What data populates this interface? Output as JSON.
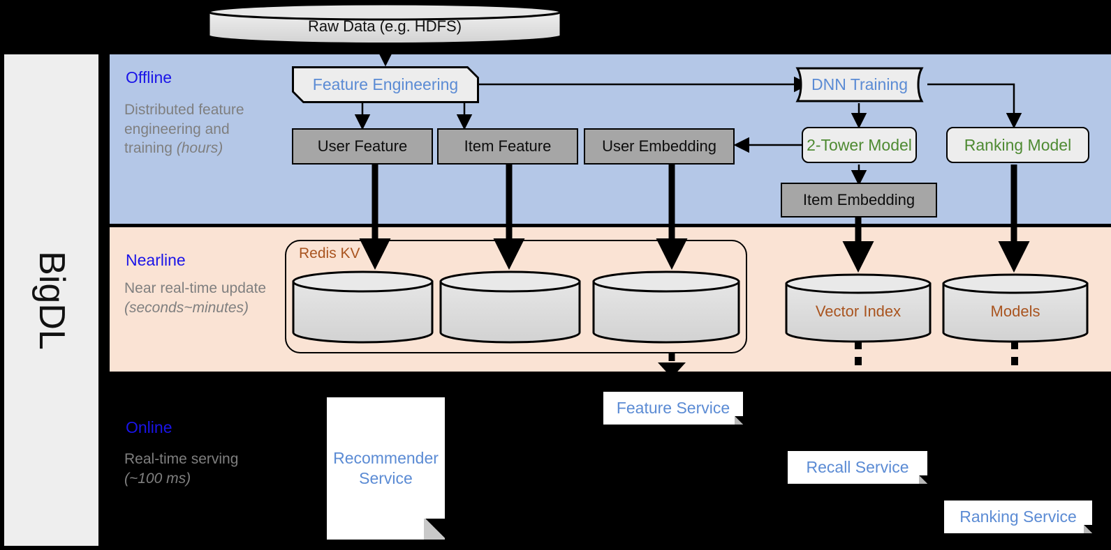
{
  "rail": {
    "label": "BigDL"
  },
  "bands": {
    "offline": {
      "title": "Offline",
      "subtitle_html": "Distributed feature engineering and training (hours)",
      "color": "#b4c7e7"
    },
    "nearline": {
      "title": "Nearline",
      "subtitle_html": "Near real-time update (seconds~minutes)",
      "color": "#fae3d4"
    },
    "online": {
      "title": "Online",
      "subtitle_html": "Real-time serving (~100 ms)",
      "color": "#000000"
    }
  },
  "source": {
    "raw_data": "Raw Data (e.g. HDFS)"
  },
  "offline_nodes": {
    "feature_engineering": "Feature Engineering",
    "dnn_training": "DNN Training",
    "user_feature": "User Feature",
    "item_feature": "Item Feature",
    "user_embedding": "User Embedding",
    "two_tower_model": "2-Tower Model",
    "ranking_model": "Ranking Model",
    "item_embedding": "Item Embedding"
  },
  "nearline_nodes": {
    "redis_kv": "Redis KV",
    "vector_index": "Vector Index",
    "models": "Models",
    "store_1": "",
    "store_2": "",
    "store_3": ""
  },
  "online_nodes": {
    "recommender_service": "Recommender Service",
    "feature_service": "Feature Service",
    "recall_service": "Recall Service",
    "ranking_service": "Ranking Service"
  },
  "colors": {
    "band_offline": "#b4c7e7",
    "band_nearline": "#fae3d4",
    "band_online": "#000000",
    "rail": "#eeeeee",
    "gray_node": "#a6a6a6",
    "light_node": "#ededed",
    "accent_blue": "#1a14e8",
    "text_blue": "#5b8bd4",
    "text_green": "#4e8a32",
    "text_brown": "#a9541f",
    "muted_gray": "#7f7f7f"
  },
  "chart_data": {
    "type": "diagram",
    "title": "BigDL Recommender Architecture",
    "layers": [
      {
        "name": "Offline",
        "latency": "hours",
        "nodes": [
          "Feature Engineering",
          "DNN Training",
          "User Feature",
          "Item Feature",
          "User Embedding",
          "2-Tower Model",
          "Ranking Model",
          "Item Embedding"
        ]
      },
      {
        "name": "Nearline",
        "latency": "seconds~minutes",
        "nodes": [
          "Redis KV",
          "Vector Index",
          "Models"
        ]
      },
      {
        "name": "Online",
        "latency": "~100 ms",
        "nodes": [
          "Recommender Service",
          "Feature Service",
          "Recall Service",
          "Ranking Service"
        ]
      }
    ],
    "edges": [
      [
        "Raw Data (e.g. HDFS)",
        "Feature Engineering"
      ],
      [
        "Feature Engineering",
        "User Feature"
      ],
      [
        "Feature Engineering",
        "Item Feature"
      ],
      [
        "Feature Engineering",
        "DNN Training"
      ],
      [
        "DNN Training",
        "2-Tower Model"
      ],
      [
        "DNN Training",
        "Ranking Model"
      ],
      [
        "2-Tower Model",
        "User Embedding"
      ],
      [
        "2-Tower Model",
        "Item Embedding"
      ],
      [
        "User Feature",
        "Redis KV"
      ],
      [
        "Item Feature",
        "Redis KV"
      ],
      [
        "User Embedding",
        "Redis KV"
      ],
      [
        "Item Embedding",
        "Vector Index"
      ],
      [
        "Ranking Model",
        "Models"
      ],
      [
        "Redis KV",
        "Feature Service"
      ],
      [
        "Vector Index",
        "Recall Service"
      ],
      [
        "Models",
        "Ranking Service"
      ]
    ]
  }
}
